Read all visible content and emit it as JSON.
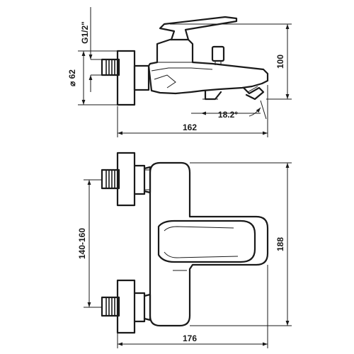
{
  "dimensions": {
    "thread_size": "G1/2\"",
    "flange_diameter_symbol": "⌀",
    "flange_diameter": "62",
    "height": "100",
    "spout_angle": "18.2°",
    "side_length": "162",
    "center_distance": "140-160",
    "front_height": "188",
    "front_length": "176"
  },
  "colors": {
    "line": "#1a1a1a",
    "background": "#ffffff"
  }
}
